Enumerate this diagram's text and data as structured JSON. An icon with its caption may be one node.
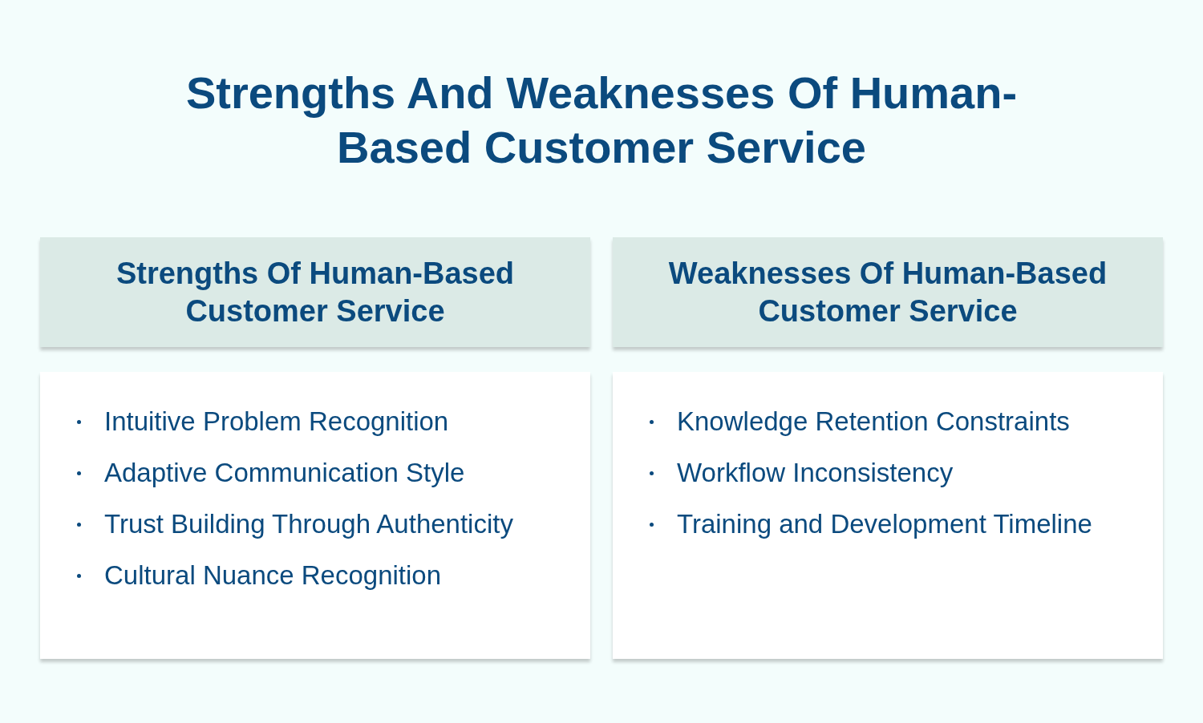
{
  "diagram": {
    "title": "Strengths And Weaknesses Of Human-Based Customer Service",
    "nodes": [
      {
        "text": [
          "Strengths Of Human-Based Customer Service"
        ]
      },
      {
        "text": [
          "Intuitive Problem Recognition",
          "Adaptive Communication Style",
          "Trust Building Through Authenticity",
          "Cultural Nuance Recognition"
        ]
      },
      {
        "text": [
          "Weaknesses Of Human-Based Customer Service"
        ]
      },
      {
        "text": [
          "Knowledge Retention Constraints",
          "Workflow Inconsistency",
          "Training and Development Timeline"
        ]
      }
    ],
    "edges": []
  }
}
